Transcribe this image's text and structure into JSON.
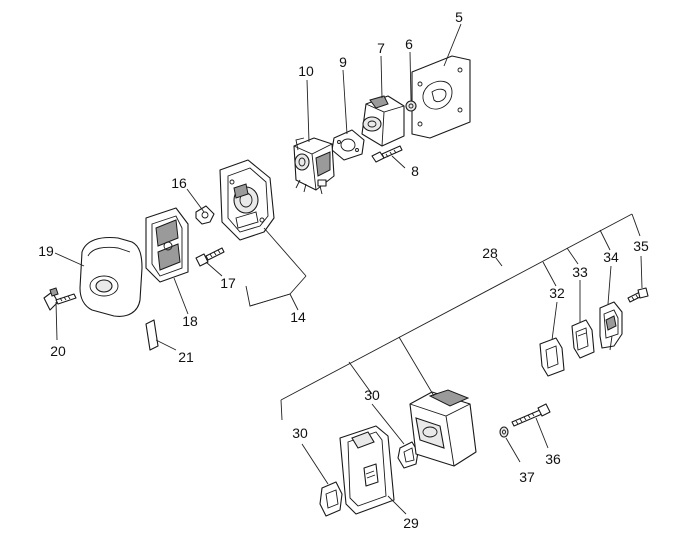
{
  "callouts": [
    {
      "key": "c5",
      "text": "5"
    },
    {
      "key": "c6",
      "text": "6"
    },
    {
      "key": "c7",
      "text": "7"
    },
    {
      "key": "c8",
      "text": "8"
    },
    {
      "key": "c9",
      "text": "9"
    },
    {
      "key": "c10",
      "text": "10"
    },
    {
      "key": "c14",
      "text": "14"
    },
    {
      "key": "c16",
      "text": "16"
    },
    {
      "key": "c17",
      "text": "17"
    },
    {
      "key": "c18",
      "text": "18"
    },
    {
      "key": "c19",
      "text": "19"
    },
    {
      "key": "c20",
      "text": "20"
    },
    {
      "key": "c21",
      "text": "21"
    },
    {
      "key": "c28",
      "text": "28"
    },
    {
      "key": "c29",
      "text": "29"
    },
    {
      "key": "c30a",
      "text": "30"
    },
    {
      "key": "c30b",
      "text": "30"
    },
    {
      "key": "c32",
      "text": "32"
    },
    {
      "key": "c33",
      "text": "33"
    },
    {
      "key": "c34",
      "text": "34"
    },
    {
      "key": "c35",
      "text": "35"
    },
    {
      "key": "c36",
      "text": "36"
    },
    {
      "key": "c37",
      "text": "37"
    }
  ]
}
